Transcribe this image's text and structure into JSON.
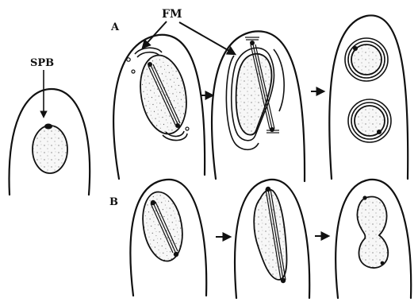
{
  "labels": {
    "spb": "SPB",
    "fm": "FM",
    "row_a": "A",
    "row_b": "B"
  },
  "colors": {
    "ink": "#111111",
    "background": "#ffffff"
  }
}
